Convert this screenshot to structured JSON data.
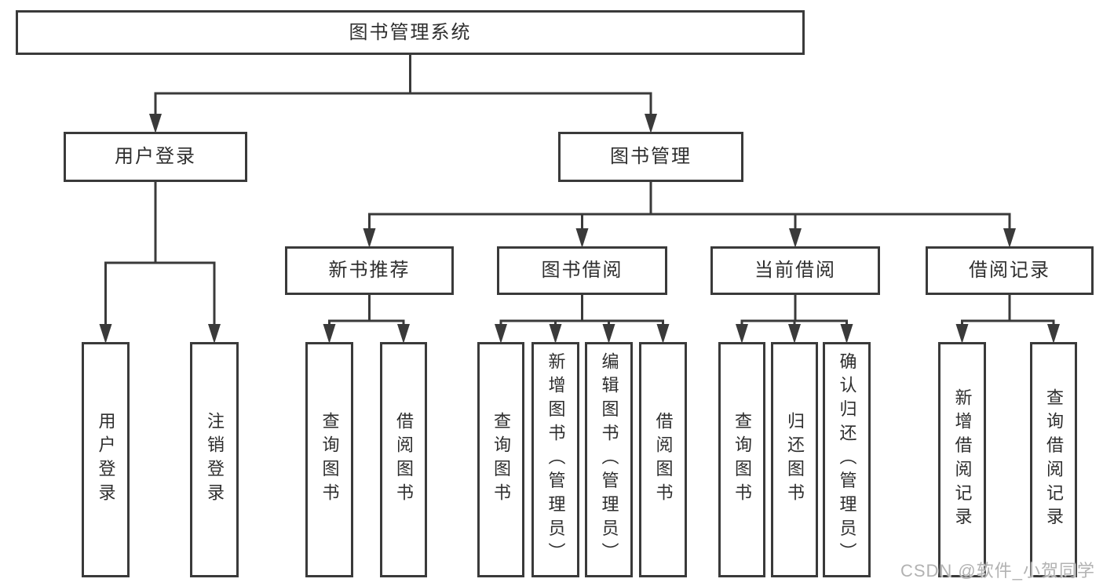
{
  "diagram": {
    "root": {
      "label": "图书管理系统"
    },
    "branches": [
      {
        "label": "用户登录",
        "leaves": [
          {
            "label": "用户登录"
          },
          {
            "label": "注销登录"
          }
        ]
      },
      {
        "label": "图书管理",
        "groups": [
          {
            "label": "新书推荐",
            "leaves": [
              {
                "label": "查询图书"
              },
              {
                "label": "借阅图书"
              }
            ]
          },
          {
            "label": "图书借阅",
            "leaves": [
              {
                "label": "查询图书"
              },
              {
                "label": "新增图书（管理员）"
              },
              {
                "label": "编辑图书（管理员）"
              },
              {
                "label": "借阅图书"
              }
            ]
          },
          {
            "label": "当前借阅",
            "leaves": [
              {
                "label": "查询图书"
              },
              {
                "label": "归还图书"
              },
              {
                "label": "确认归还（管理员）"
              }
            ]
          },
          {
            "label": "借阅记录",
            "leaves": [
              {
                "label": "新增借阅记录"
              },
              {
                "label": "查询借阅记录"
              }
            ]
          }
        ]
      }
    ]
  },
  "watermark": {
    "text": "CSDN @软件_小贺同学"
  },
  "colors": {
    "line": "#3a3a3a",
    "box_border": "#3a3a3a",
    "label_text": "#2e2e2e",
    "watermark_text": "#b2b2b2",
    "background": "#ffffff"
  }
}
